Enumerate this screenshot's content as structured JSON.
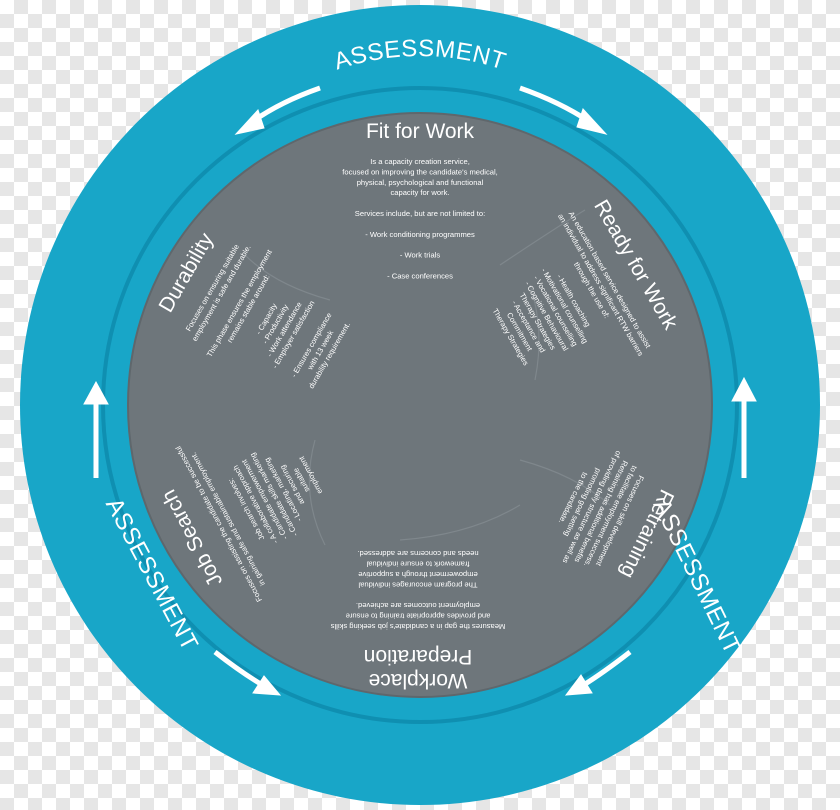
{
  "colors": {
    "ring": "#18a6c8",
    "ring_edge": "#0f8fb1",
    "core": "#6e767b",
    "core_edge": "#5f676c",
    "text": "#ffffff"
  },
  "ring_labels": {
    "top": "ASSESSMENT",
    "left": "ASSESSMENT",
    "right": "ASSESSMENT"
  },
  "sections": {
    "fit_for_work": {
      "title": [
        "Fit for Work"
      ],
      "body": [
        "Is a capacity creation service,",
        "focused on improving the candidate's medical,",
        "physical, psychological and functional",
        "capacity for work.",
        "",
        "Services include, but are not limited to:",
        "",
        "- Work conditioning programmes",
        "",
        "- Work trials",
        "",
        "- Case conferences"
      ]
    },
    "ready_for_work": {
      "title": [
        "Ready for Work"
      ],
      "body": [
        "An education based service designed to assist",
        "an individual to address significant RTW barriers",
        "through the use of:",
        "",
        "- Health coaching",
        "- Motivational counselling",
        "- Vocational counselling",
        "- Cognitive Behavioural",
        "  Therapy Strategies",
        "- Acceptance and",
        "  Commitment",
        "  Therapy Strategies"
      ]
    },
    "retraining": {
      "title": [
        "Retraining"
      ],
      "body": [
        "Focuses on skill development",
        "to facilitate employment success.",
        "Retraining has additional benefits",
        "of providing daily structure as well as",
        "promoting goal setting",
        "to the candidate."
      ]
    },
    "workplace_preparation": {
      "title": [
        "Workplace",
        "Preparation"
      ],
      "body": [
        "Measures the gap in a candidate's job seeking skills",
        "and provides appropriate training to ensure",
        "employment outcomes are achieved.",
        "",
        "The program encourages individual",
        "empowerment through a supportive",
        "framework to ensure individual",
        "needs and concerns are addressed."
      ]
    },
    "job_search": {
      "title": [
        "Job Search"
      ],
      "body": [
        "Focuses on assisting the candidate to be successful",
        "in gaining safe and sustainable employment.",
        "",
        "Job search involves:",
        "- A collaborative approach",
        "- Candidate empowerment",
        "- Candidate skills marketing",
        "- Locating, marketing",
        "  and securing",
        "  suitable",
        "  employment"
      ]
    },
    "durability": {
      "title": [
        "Durability"
      ],
      "body": [
        "Focuses on ensuring suitable",
        "employment is safe and durable.",
        "",
        "This phase ensures the employment",
        "remains stable around:",
        "",
        "- Capacity",
        "- Productivity",
        "- Work attendance",
        "- Employer satisfaction",
        "",
        "- Ensures compliance",
        "  with 13 week",
        "  durability requirement."
      ]
    }
  }
}
